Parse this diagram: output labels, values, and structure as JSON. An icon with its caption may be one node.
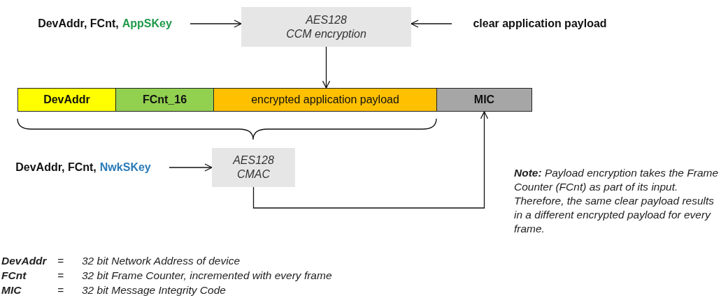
{
  "diagram": {
    "nodes": [
      {
        "text": [
          "DevAddr, FCnt,",
          "AppSKey"
        ]
      },
      {
        "text": [
          "AES128",
          "CCM encryption"
        ]
      },
      {
        "text": [
          "clear application payload"
        ]
      },
      {
        "text": [
          "DevAddr"
        ]
      },
      {
        "text": [
          "FCnt_16"
        ]
      },
      {
        "text": [
          "encrypted application payload"
        ]
      },
      {
        "text": [
          "MIC"
        ]
      },
      {
        "text": [
          "DevAddr, FCnt,",
          "NwkSKey"
        ]
      },
      {
        "text": [
          "AES128",
          "CMAC"
        ]
      }
    ],
    "edges": [
      {
        "from": 0,
        "to": 1,
        "arrow": "to"
      },
      {
        "from": 2,
        "to": 1,
        "arrow": "to"
      },
      {
        "from": 1,
        "to": 5,
        "arrow": "to"
      },
      {
        "from": 7,
        "to": 8,
        "arrow": "to"
      },
      {
        "from": 8,
        "to": 6,
        "arrow": "to"
      }
    ],
    "labels": [
      "**Note:** Payload encryption takes the Frame Counter (FCnt) as part of its input. Therefore, the same clear payload results in a different encrypted payload for every frame.",
      "DevAddr",
      "=",
      "32 bit Network Address of device",
      "FCnt",
      "=",
      "32 bit Frame Counter, incremented with every frame",
      "MIC",
      "=",
      "32 bit Message Integrity Code"
    ]
  }
}
